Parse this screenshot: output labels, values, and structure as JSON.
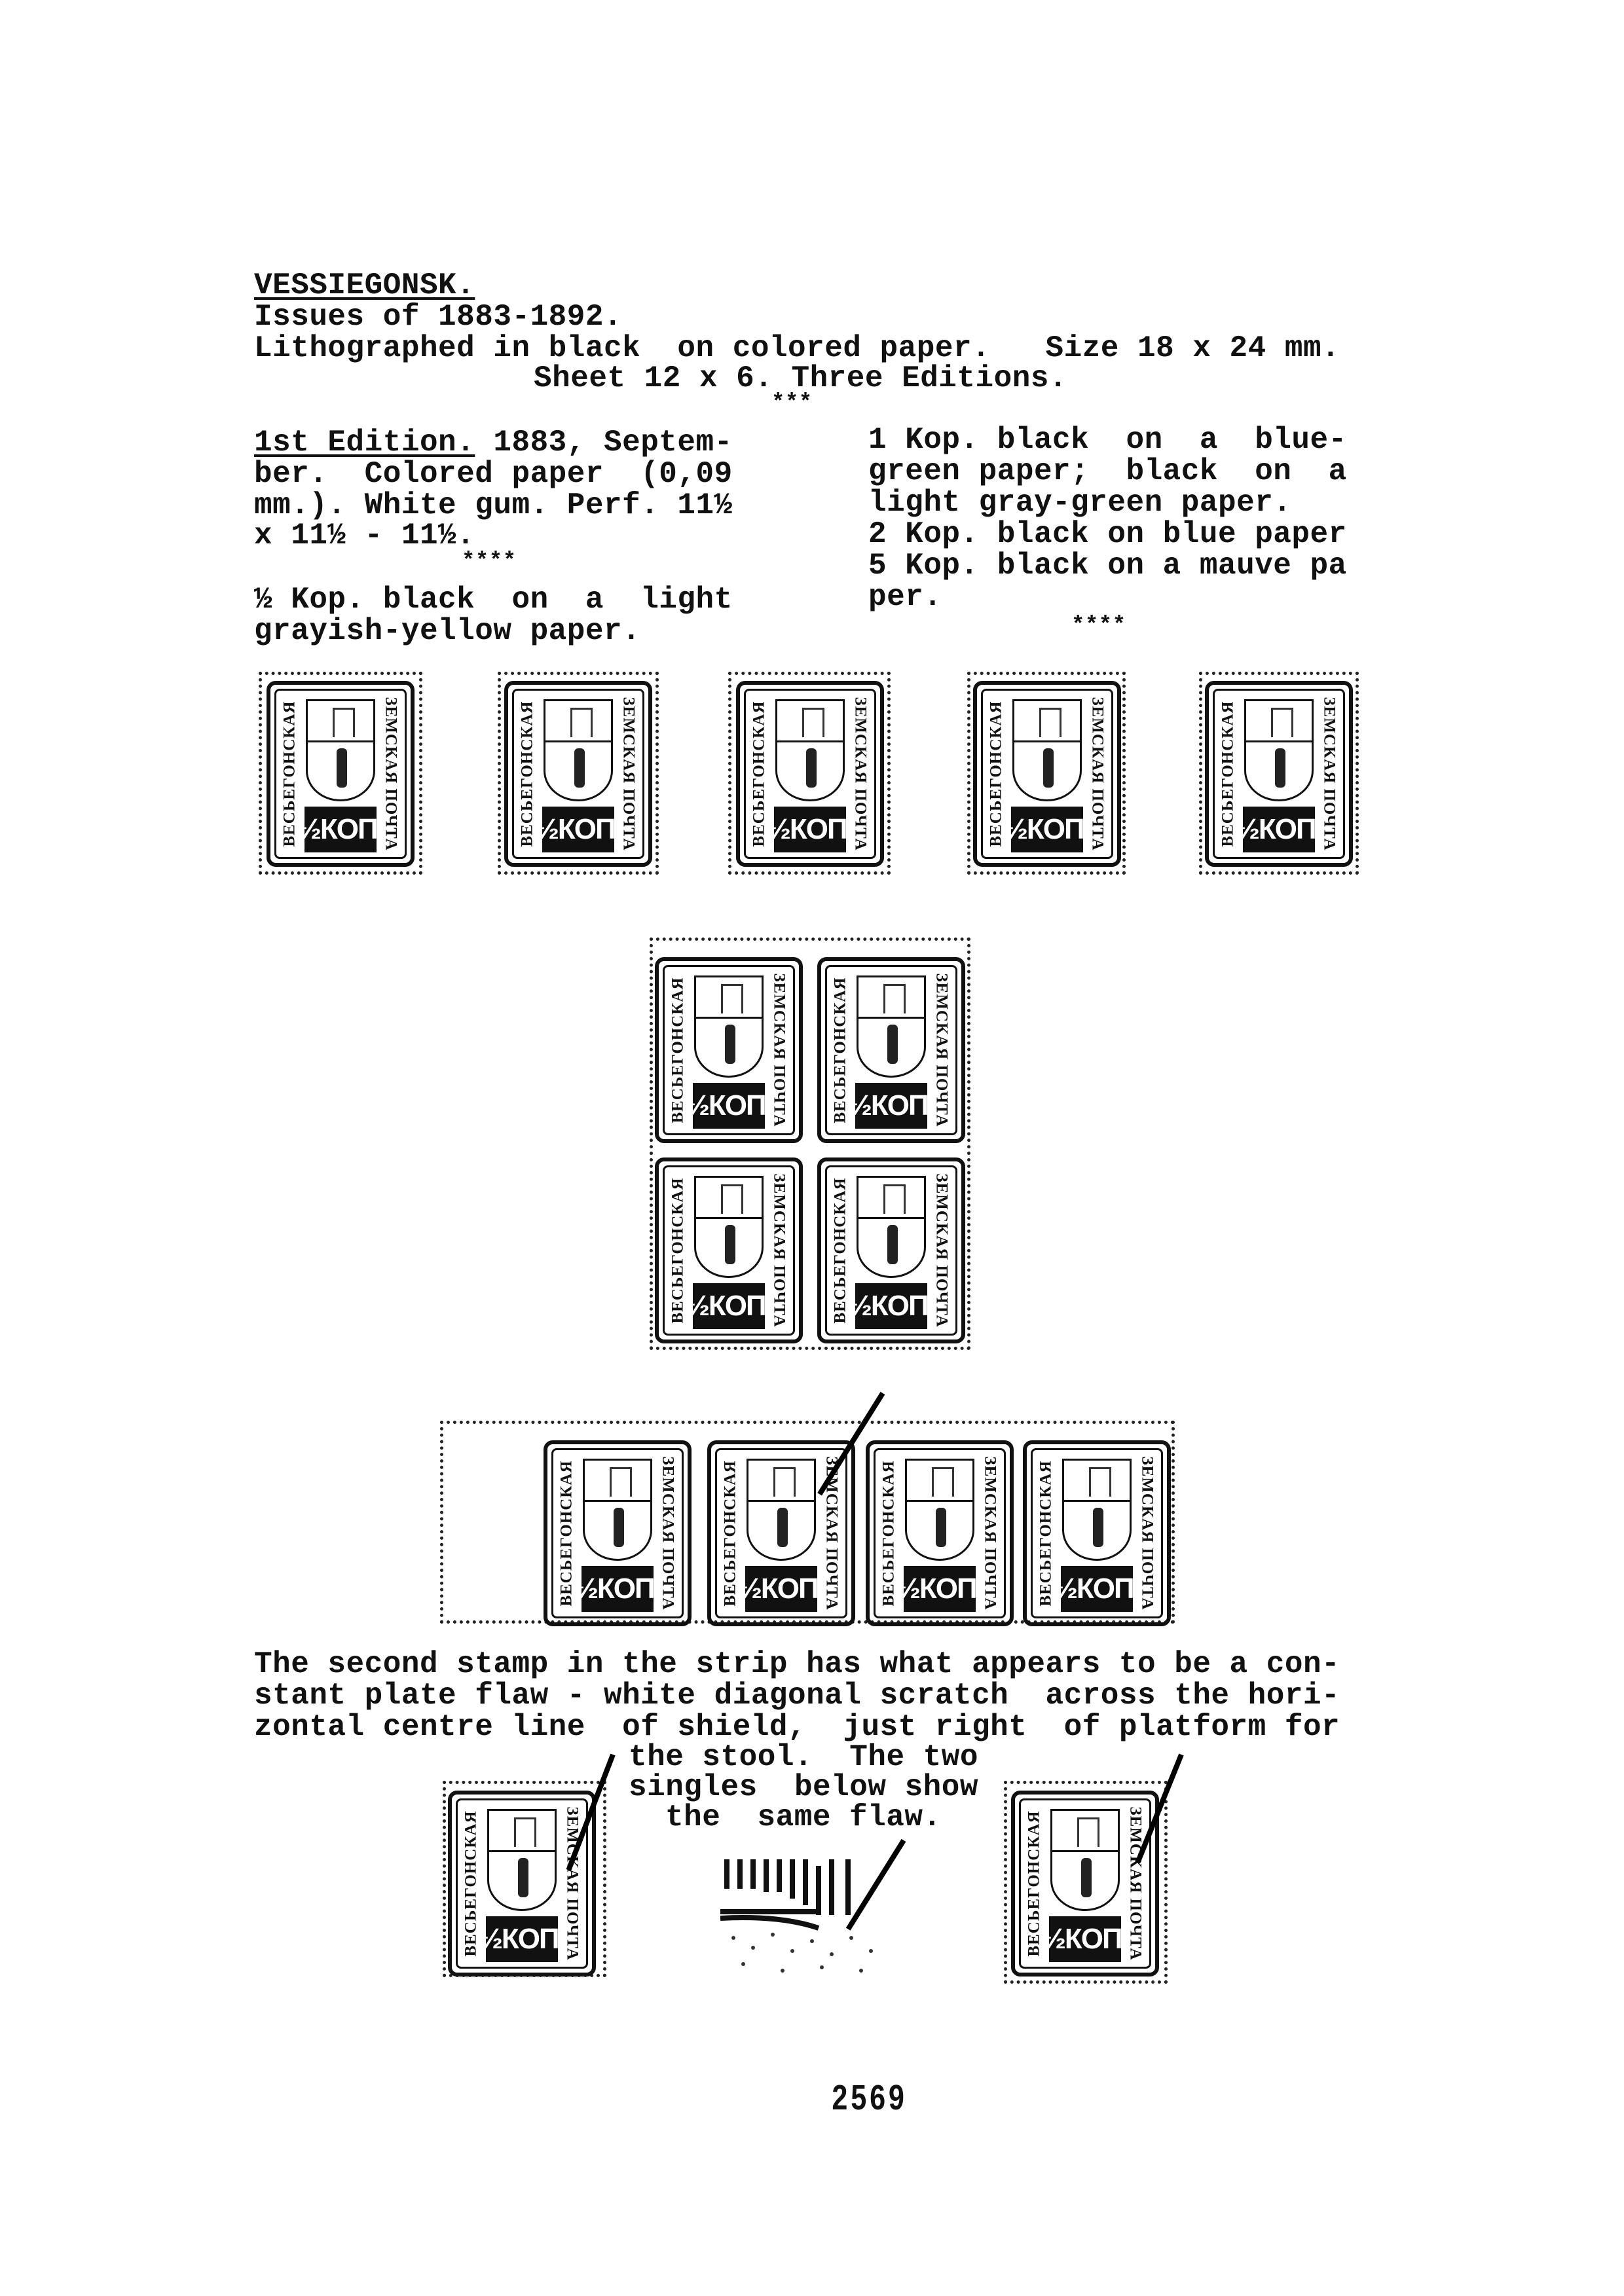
{
  "heading": "VESSIEGONSK.",
  "issues": "Issues of 1883-1892.",
  "litho": "Lithographed in black  on colored paper.   Size 18 x 24 mm.",
  "sheet": "Sheet 12 x 6. Three Editions.",
  "sep3": "***",
  "sep4": "****",
  "first_edition": {
    "label": "1st Edition.",
    "lines": [
      " 1883, Septem-",
      "ber.  Colored paper  (0,09",
      "mm.). White gum. Perf. 11½",
      "x 11½ - 11½."
    ],
    "half_kop": [
      "½ Kop. black  on  a  light",
      "grayish-yellow paper."
    ]
  },
  "right_column": [
    "1 Kop. black  on  a  blue-",
    "green paper;  black  on  a",
    "light gray-green paper.",
    "2 Kop. black on blue paper",
    "5 Kop. black on a mauve pa",
    "per."
  ],
  "stamp": {
    "left_text": "ВЕСЬЕГОНСКАЯ",
    "right_text": "ЗЕМСКАЯ ПОЧТА",
    "value": "½КОП."
  },
  "flaw_text": [
    "The second stamp in the strip has what appears to be a con-",
    "stant plate flaw - white diagonal scratch  across the hori-",
    "zontal centre line  of shield,  just right  of platform for",
    "the stool.  The two",
    "singles  below show",
    "the  same flaw."
  ],
  "page_number": "2569"
}
